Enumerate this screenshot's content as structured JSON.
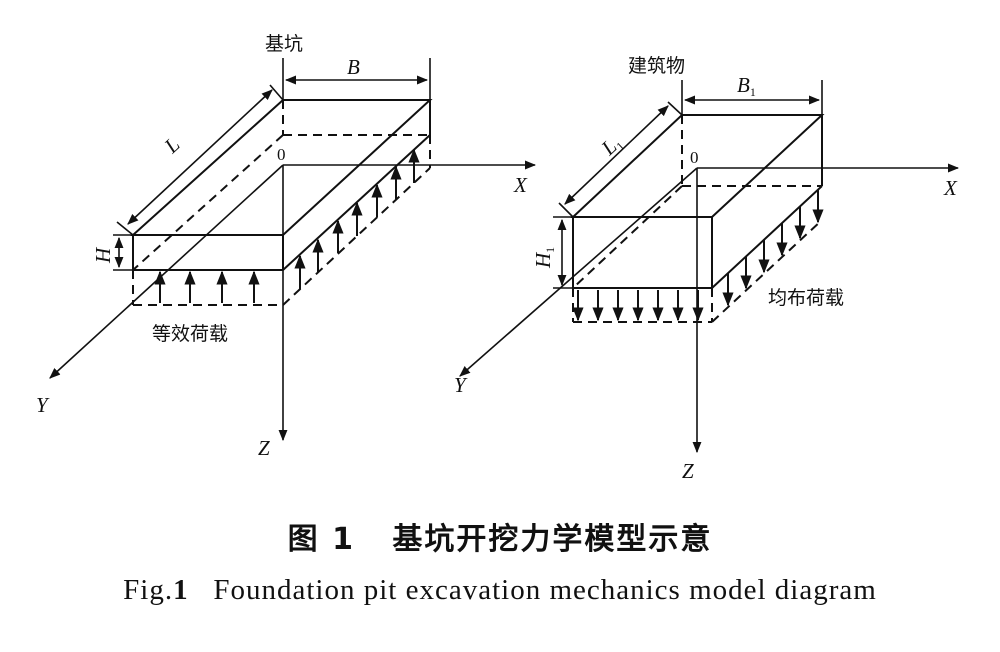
{
  "left_model": {
    "title": "基坑",
    "dim_width": "B",
    "dim_length": "L",
    "dim_height": "H",
    "origin": "0",
    "axis_x": "X",
    "axis_y": "Y",
    "axis_z": "Z",
    "load_label": "等效荷载"
  },
  "right_model": {
    "title": "建筑物",
    "dim_width": "B",
    "dim_width_sub": "1",
    "dim_length": "L",
    "dim_length_sub": "1",
    "dim_height": "H",
    "dim_height_sub": "1",
    "origin": "0",
    "axis_x": "X",
    "axis_y": "Y",
    "axis_z": "Z",
    "load_label": "均布荷载"
  },
  "caption": {
    "cn_prefix": "图 1",
    "cn_text": "基坑开挖力学模型示意",
    "en_prefix": "Fig.",
    "en_num": "1",
    "en_text": "Foundation pit excavation mechanics model diagram"
  }
}
